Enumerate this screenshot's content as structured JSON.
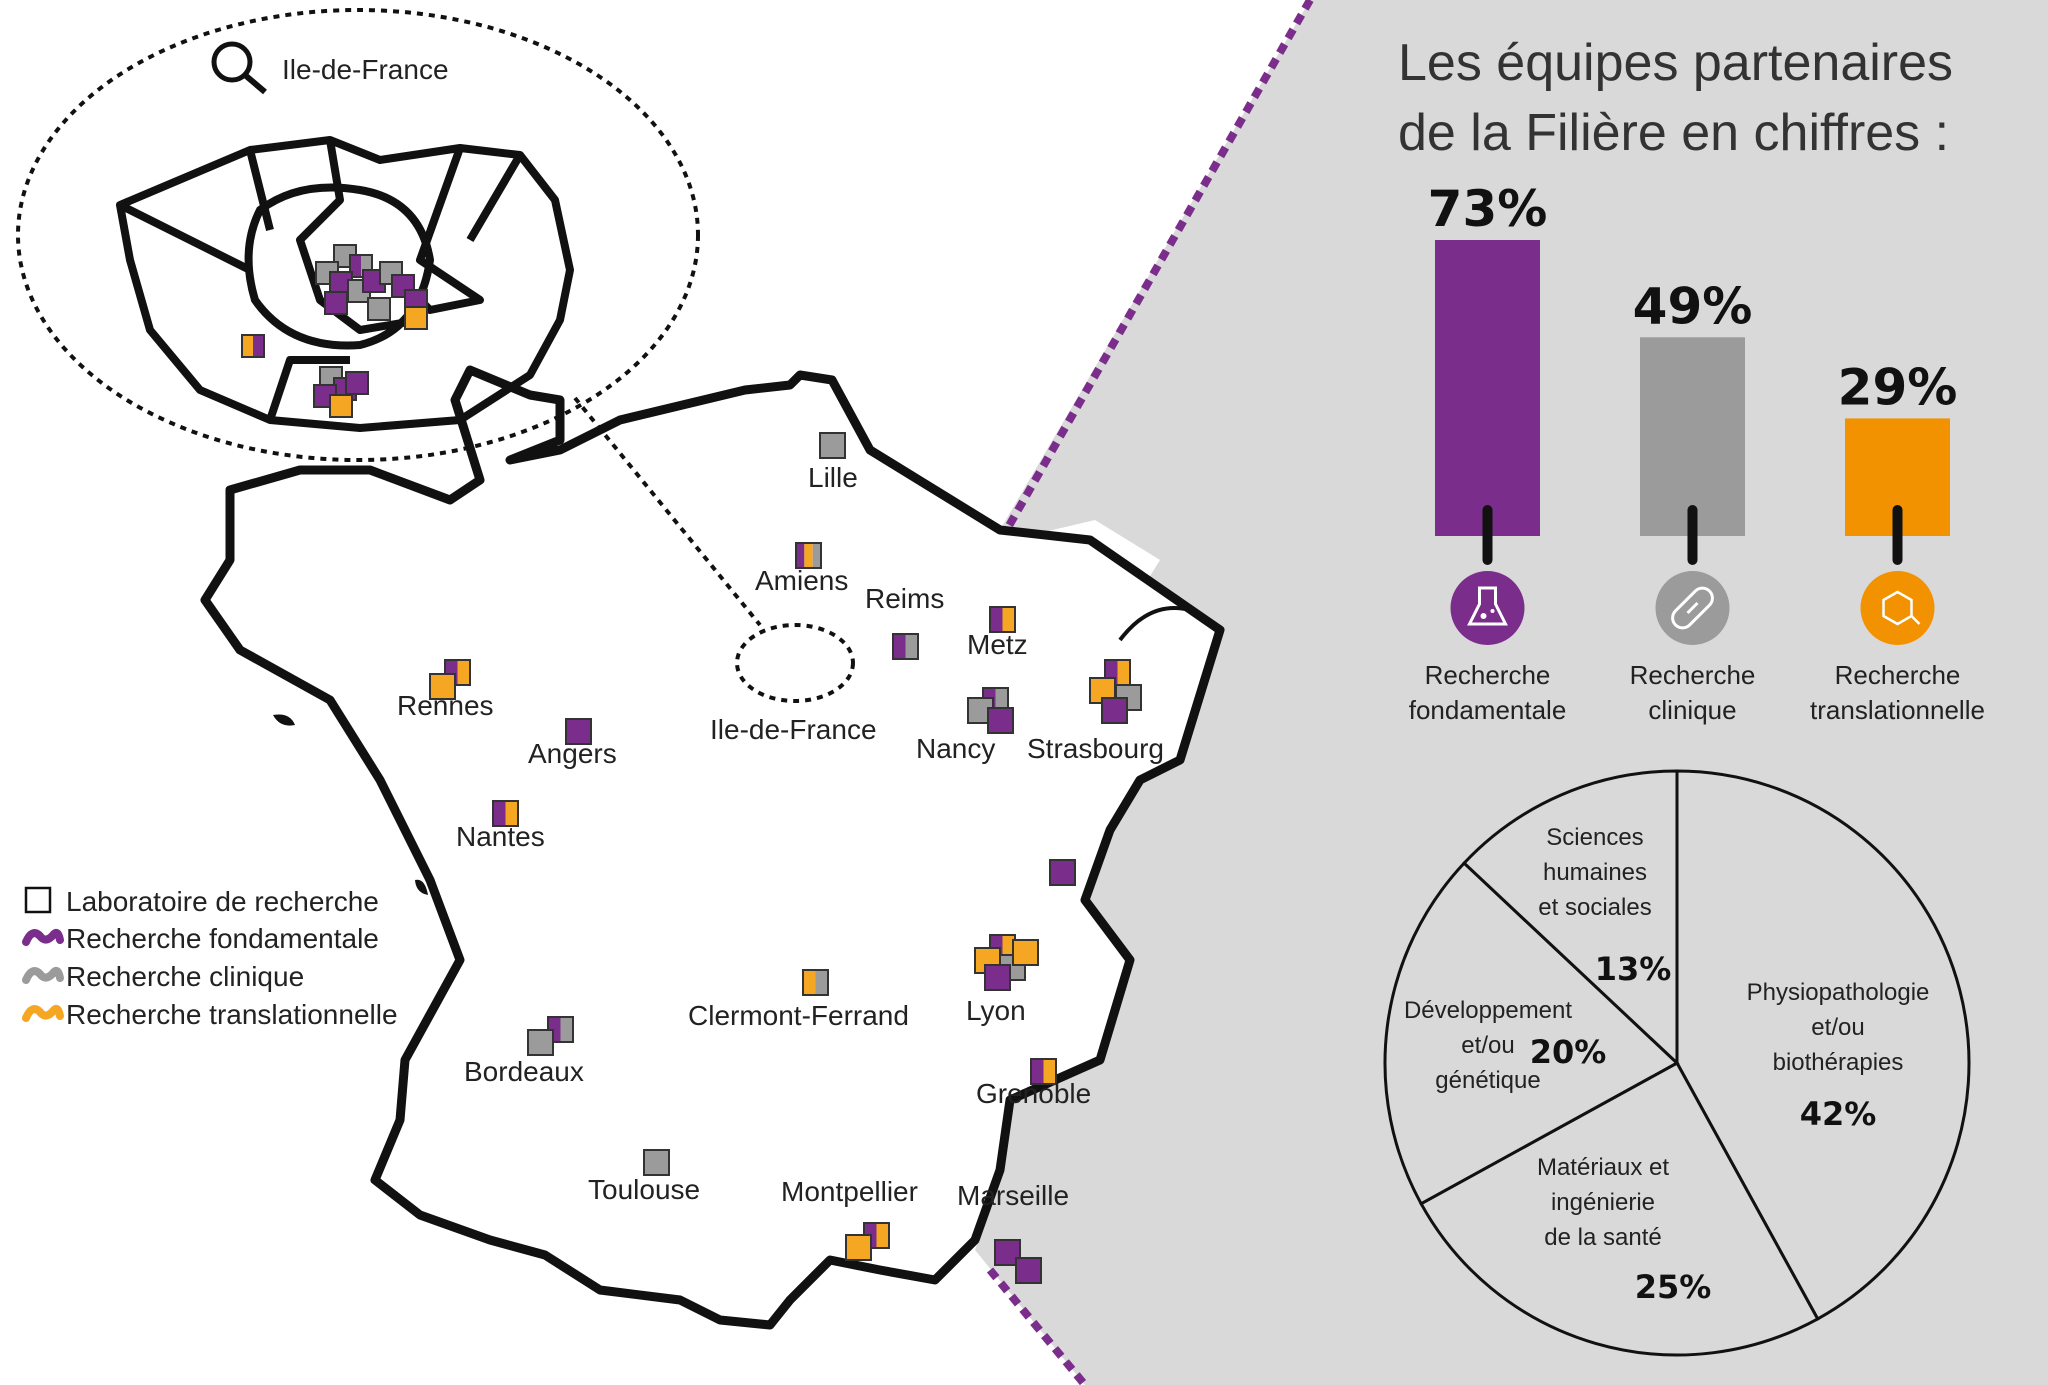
{
  "map": {
    "inset_title": "Ile-de-France",
    "inset_icon": "search-icon",
    "cities": [
      {
        "id": "lille",
        "name": "Lille",
        "types": [
          "clinical"
        ]
      },
      {
        "id": "amiens",
        "name": "Amiens",
        "types": [
          "fundamental",
          "translational",
          "clinical"
        ]
      },
      {
        "id": "reims",
        "name": "Reims",
        "types": [
          "fundamental",
          "clinical"
        ]
      },
      {
        "id": "metz",
        "name": "Metz",
        "types": [
          "fundamental",
          "translational"
        ]
      },
      {
        "id": "rennes",
        "name": "Rennes",
        "types": [
          "fundamental",
          "translational"
        ]
      },
      {
        "id": "angers",
        "name": "Angers",
        "types": [
          "fundamental"
        ]
      },
      {
        "id": "idf",
        "name": "Ile-de-France",
        "types": []
      },
      {
        "id": "nancy",
        "name": "Nancy",
        "types": [
          "fundamental",
          "clinical"
        ]
      },
      {
        "id": "strasbourg",
        "name": "Strasbourg",
        "types": [
          "fundamental",
          "translational",
          "clinical"
        ]
      },
      {
        "id": "nantes",
        "name": "Nantes",
        "types": [
          "fundamental",
          "translational"
        ]
      },
      {
        "id": "lyon",
        "name": "Lyon",
        "types": [
          "fundamental",
          "translational",
          "clinical"
        ]
      },
      {
        "id": "clermont",
        "name": "Clermont-Ferrand",
        "types": [
          "translational",
          "clinical"
        ]
      },
      {
        "id": "bordeaux",
        "name": "Bordeaux",
        "types": [
          "fundamental",
          "clinical"
        ]
      },
      {
        "id": "grenoble",
        "name": "Grenoble",
        "types": [
          "fundamental",
          "translational"
        ]
      },
      {
        "id": "toulouse",
        "name": "Toulouse",
        "types": [
          "clinical"
        ]
      },
      {
        "id": "montpellier",
        "name": "Montpellier",
        "types": [
          "fundamental",
          "translational"
        ]
      },
      {
        "id": "marseille",
        "name": "Marseille",
        "types": [
          "fundamental"
        ]
      }
    ]
  },
  "legend": {
    "items": [
      {
        "label": "Laboratoire de recherche",
        "icon": "square-outline-icon",
        "color": "#ffffff"
      },
      {
        "label": "Recherche fondamentale",
        "icon": "wave-icon",
        "color": "#7b2d8b"
      },
      {
        "label": "Recherche clinique",
        "icon": "wave-icon",
        "color": "#9b9b9b"
      },
      {
        "label": "Recherche translationnelle",
        "icon": "wave-icon",
        "color": "#f5a623"
      }
    ]
  },
  "stats": {
    "title_line1": "Les équipes partenaires",
    "title_line2": "de la Filière en chiffres :",
    "colors": {
      "fundamental": "#7b2d8b",
      "clinical": "#9b9b9b",
      "translational": "#f39200",
      "panel_bg": "#d9d9d9"
    }
  },
  "chart_data": [
    {
      "type": "bar",
      "categories": [
        "Recherche fondamentale",
        "Recherche clinique",
        "Recherche translationnelle"
      ],
      "category_lines": [
        [
          "Recherche",
          "fondamentale"
        ],
        [
          "Recherche",
          "clinique"
        ],
        [
          "Recherche",
          "translationnelle"
        ]
      ],
      "values": [
        73,
        49,
        29
      ],
      "labels": [
        "73%",
        "49%",
        "29%"
      ],
      "icons": [
        "flask-icon",
        "pill-icon",
        "molecule-icon"
      ],
      "colors": [
        "#7b2d8b",
        "#9b9b9b",
        "#f39200"
      ],
      "ylim": [
        0,
        73
      ]
    },
    {
      "type": "pie",
      "slices": [
        {
          "lines": [
            "Physiopathologie",
            "et/ou",
            "biothérapies"
          ],
          "value": 42,
          "label": "42%"
        },
        {
          "lines": [
            "Matériaux et",
            "ingénierie",
            "de la santé"
          ],
          "value": 25,
          "label": "25%"
        },
        {
          "lines": [
            "Développement",
            "et/ou",
            "génétique"
          ],
          "value": 20,
          "label": "20%"
        },
        {
          "lines": [
            "Sciences",
            "humaines",
            "et sociales"
          ],
          "value": 13,
          "label": "13%"
        }
      ]
    }
  ]
}
